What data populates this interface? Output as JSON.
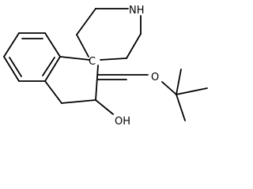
{
  "molecule": {
    "atom_labels": {
      "nh": "NH",
      "spiro_c": "C",
      "ester_o": "O",
      "acid_oh": "OH"
    },
    "colors": {
      "bond": "#000000",
      "label": "#000000",
      "background": "#ffffff"
    }
  }
}
